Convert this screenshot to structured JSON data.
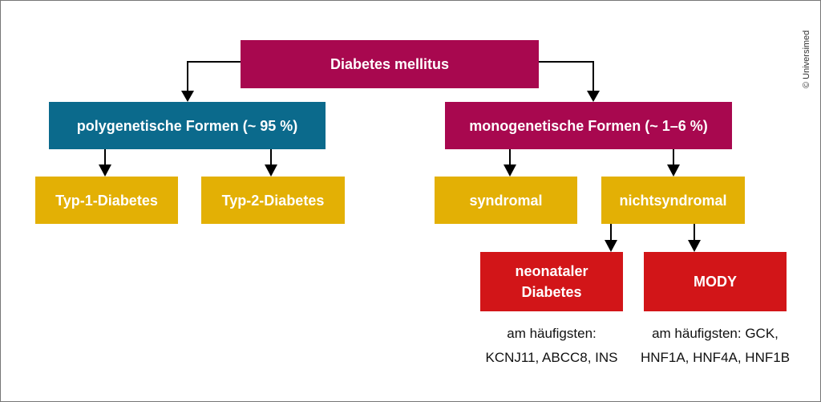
{
  "copyright": "© Universimed",
  "nodes": {
    "root": "Diabetes mellitus",
    "poly": "polygenetische Formen (~ 95 %)",
    "mono": "monogenetische Formen (~ 1–6 %)",
    "typ1": "Typ-1-Diabetes",
    "typ2": "Typ-2-Diabetes",
    "syndromal": "syndromal",
    "nichtsyndromal": "nichtsyndromal",
    "neonatal": "neonataler Diabetes",
    "mody": "MODY"
  },
  "notes": {
    "neonatal_line1": "am häufigsten:",
    "neonatal_line2": "KCNJ11, ABCC8, INS",
    "mody_line1": "am häufigsten: GCK,",
    "mody_line2": "HNF1A, HNF4A, HNF1B"
  },
  "colors": {
    "magenta": "#a8084f",
    "blue": "#0b6a8c",
    "yellow": "#e3b005",
    "red": "#d21518"
  }
}
